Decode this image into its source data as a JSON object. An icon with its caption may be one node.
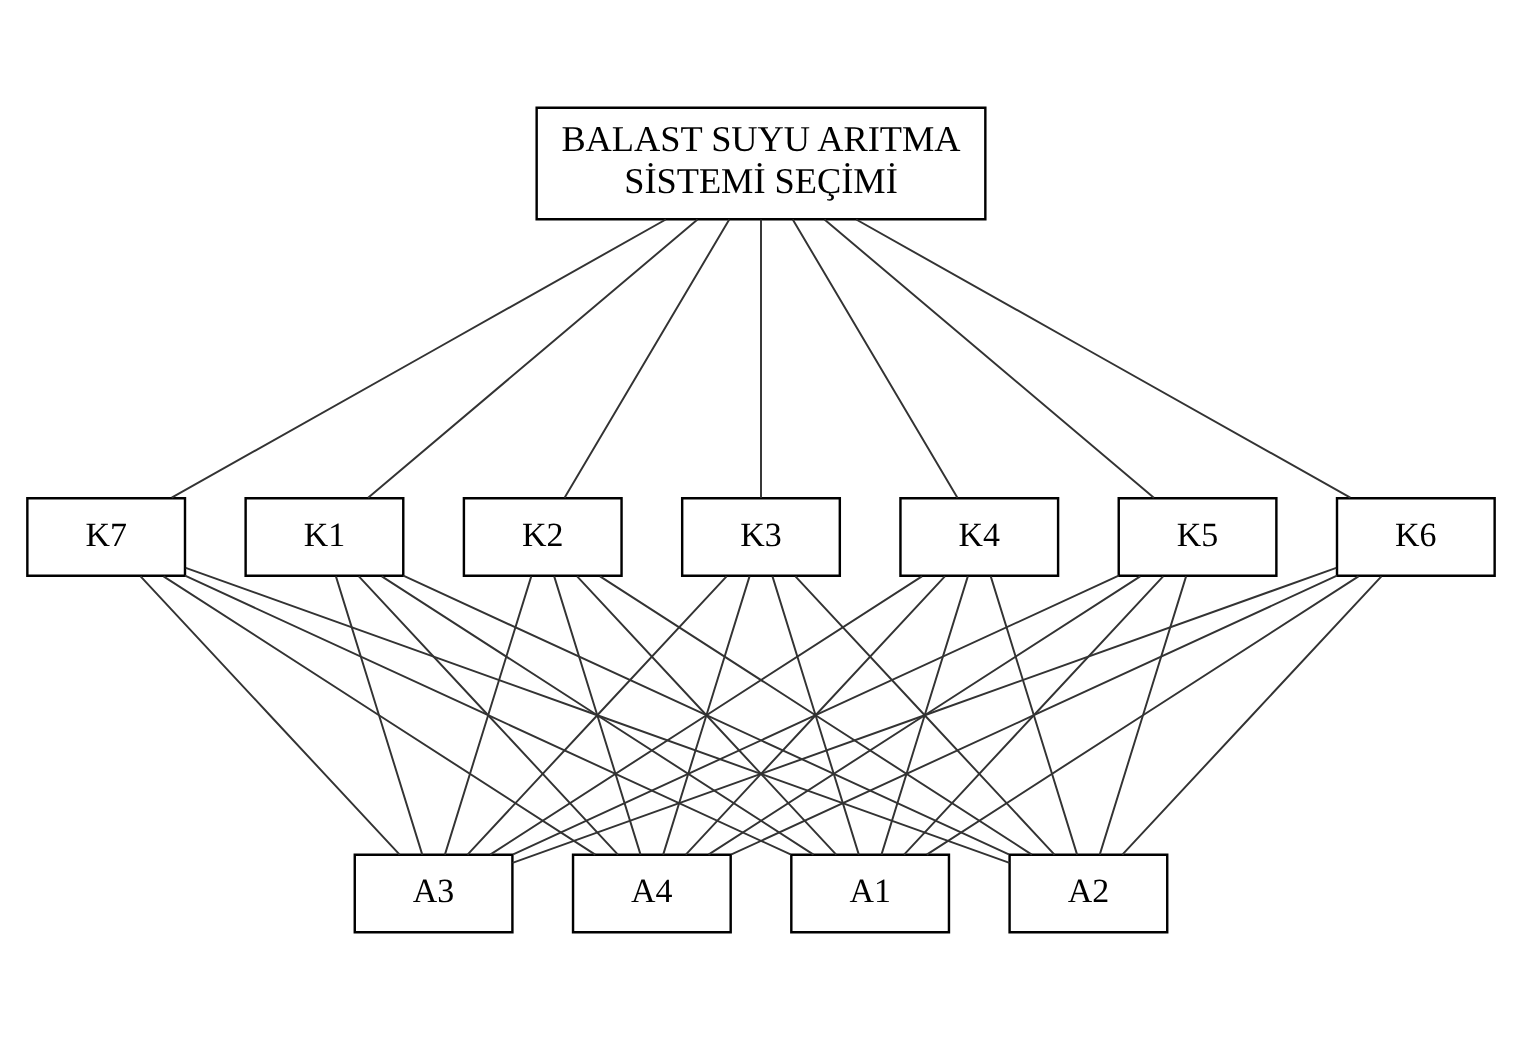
{
  "diagram": {
    "nodes": [
      {
        "text": [
          "BALAST SUYU ARITMA SİSTEMİ SEÇİMİ"
        ]
      },
      {
        "text": [
          "K1"
        ]
      },
      {
        "text": [
          "K2"
        ]
      },
      {
        "text": [
          "K3"
        ]
      },
      {
        "text": [
          "K4"
        ]
      },
      {
        "text": [
          "K5"
        ]
      },
      {
        "text": [
          "K6"
        ]
      },
      {
        "text": [
          "K7"
        ]
      },
      {
        "text": [
          "A1"
        ]
      },
      {
        "text": [
          "A2"
        ]
      },
      {
        "text": [
          "A3"
        ]
      },
      {
        "text": [
          "A4"
        ]
      }
    ],
    "edges": [
      {
        "from": 0,
        "to": 1,
        "arrow": "none"
      },
      {
        "from": 0,
        "to": 2,
        "arrow": "none"
      },
      {
        "from": 0,
        "to": 3,
        "arrow": "none"
      },
      {
        "from": 0,
        "to": 4,
        "arrow": "none"
      },
      {
        "from": 0,
        "to": 5,
        "arrow": "none"
      },
      {
        "from": 0,
        "to": 6,
        "arrow": "none"
      },
      {
        "from": 0,
        "to": 7,
        "arrow": "none"
      },
      {
        "from": 1,
        "to": 8,
        "arrow": "none"
      },
      {
        "from": 1,
        "to": 9,
        "arrow": "none"
      },
      {
        "from": 1,
        "to": 10,
        "arrow": "none"
      },
      {
        "from": 1,
        "to": 11,
        "arrow": "none"
      },
      {
        "from": 2,
        "to": 8,
        "arrow": "none"
      },
      {
        "from": 2,
        "to": 9,
        "arrow": "none"
      },
      {
        "from": 2,
        "to": 10,
        "arrow": "none"
      },
      {
        "from": 2,
        "to": 11,
        "arrow": "none"
      },
      {
        "from": 3,
        "to": 8,
        "arrow": "none"
      },
      {
        "from": 3,
        "to": 9,
        "arrow": "none"
      },
      {
        "from": 3,
        "to": 10,
        "arrow": "none"
      },
      {
        "from": 3,
        "to": 11,
        "arrow": "none"
      },
      {
        "from": 4,
        "to": 8,
        "arrow": "none"
      },
      {
        "from": 4,
        "to": 9,
        "arrow": "none"
      },
      {
        "from": 4,
        "to": 10,
        "arrow": "none"
      },
      {
        "from": 4,
        "to": 11,
        "arrow": "none"
      },
      {
        "from": 5,
        "to": 8,
        "arrow": "none"
      },
      {
        "from": 5,
        "to": 9,
        "arrow": "none"
      },
      {
        "from": 5,
        "to": 10,
        "arrow": "none"
      },
      {
        "from": 5,
        "to": 11,
        "arrow": "none"
      },
      {
        "from": 6,
        "to": 8,
        "arrow": "none"
      },
      {
        "from": 6,
        "to": 9,
        "arrow": "none"
      },
      {
        "from": 6,
        "to": 10,
        "arrow": "none"
      },
      {
        "from": 6,
        "to": 11,
        "arrow": "none"
      },
      {
        "from": 7,
        "to": 8,
        "arrow": "none"
      },
      {
        "from": 7,
        "to": 9,
        "arrow": "none"
      },
      {
        "from": 7,
        "to": 10,
        "arrow": "none"
      },
      {
        "from": 7,
        "to": 11,
        "arrow": "none"
      }
    ]
  }
}
